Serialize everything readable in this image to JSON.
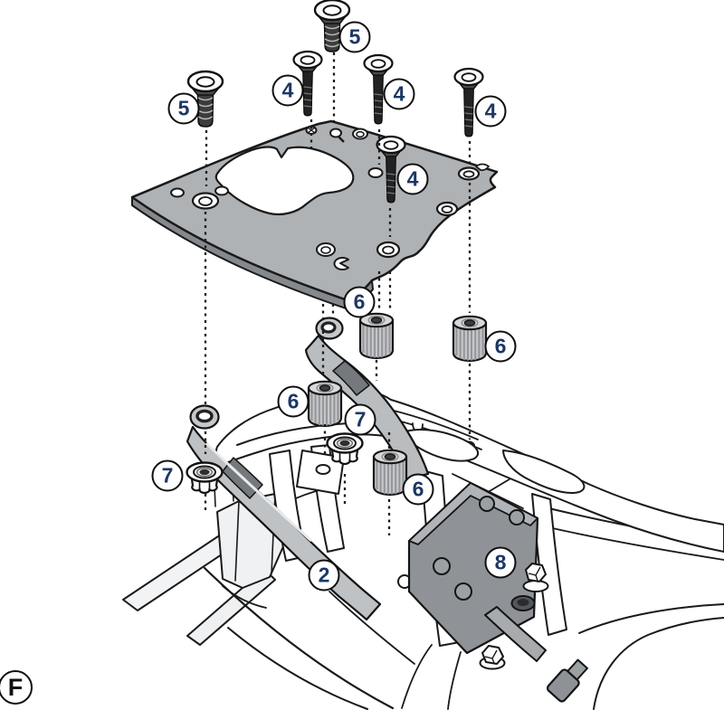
{
  "figure": {
    "label": "F"
  },
  "colors": {
    "callout_number": "#1c3765",
    "outline": "#1a1a1a",
    "plate_gray": "#aeb2b5",
    "bracket_gray": "#bfc2c5",
    "spacer_gray": "#c6c8ca",
    "electrics_plate_gray": "#8f9397",
    "background": "#ffffff"
  },
  "callouts": [
    {
      "part": "countersunk-screw-left",
      "label": "5"
    },
    {
      "part": "countersunk-screw-top",
      "label": "5"
    },
    {
      "part": "flat-screw-a",
      "label": "4"
    },
    {
      "part": "flat-screw-b",
      "label": "4"
    },
    {
      "part": "flat-screw-c",
      "label": "4"
    },
    {
      "part": "flat-screw-d",
      "label": "4"
    },
    {
      "part": "spacer-bushing-top",
      "label": "6"
    },
    {
      "part": "spacer-bushing-right",
      "label": "6"
    },
    {
      "part": "spacer-bushing-left",
      "label": "6"
    },
    {
      "part": "spacer-bushing-bottom",
      "label": "6"
    },
    {
      "part": "flange-nut-right",
      "label": "7"
    },
    {
      "part": "flange-nut-left",
      "label": "7"
    },
    {
      "part": "bracket-arm",
      "label": "2"
    },
    {
      "part": "electrics-plate",
      "label": "8"
    }
  ]
}
